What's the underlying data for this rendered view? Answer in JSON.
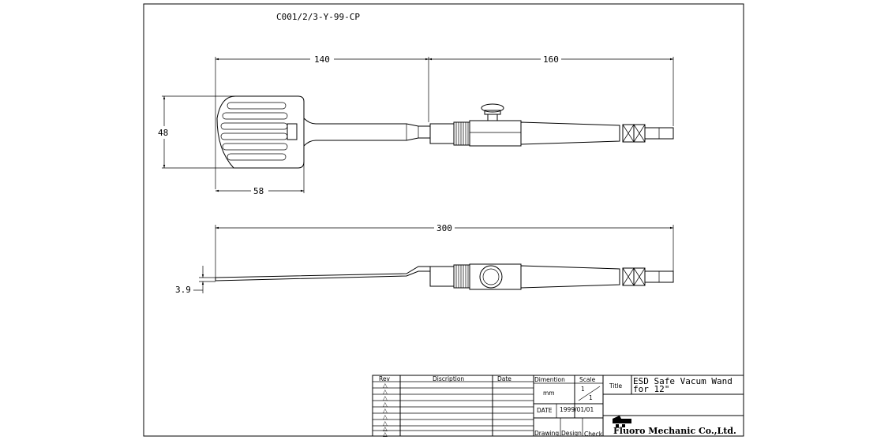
{
  "drawing": {
    "part_code": "C001/2/3-Y-99-CP",
    "dimensions": {
      "left_length": "140",
      "right_length": "160",
      "head_height": "48",
      "head_width": "58",
      "total_length": "300",
      "thickness": "3.9"
    }
  },
  "title_block": {
    "headers": {
      "rev": "Rev",
      "description": "Discription",
      "date": "Date",
      "dimension": "Dimention",
      "scale": "Scale",
      "title": "Title",
      "date_label": "DATE",
      "drawing": "Drawing",
      "design": "Design",
      "check": "Check"
    },
    "rev_symbol": "△",
    "dimension_unit": "mm",
    "scale_top": "1",
    "scale_bottom": "1",
    "title_line1": "ESD Safe Vacum Wand",
    "title_line2": "for 12\"",
    "date_value": "1999/01/01",
    "company": "Fluoro Mechanic Co.,Ltd."
  }
}
